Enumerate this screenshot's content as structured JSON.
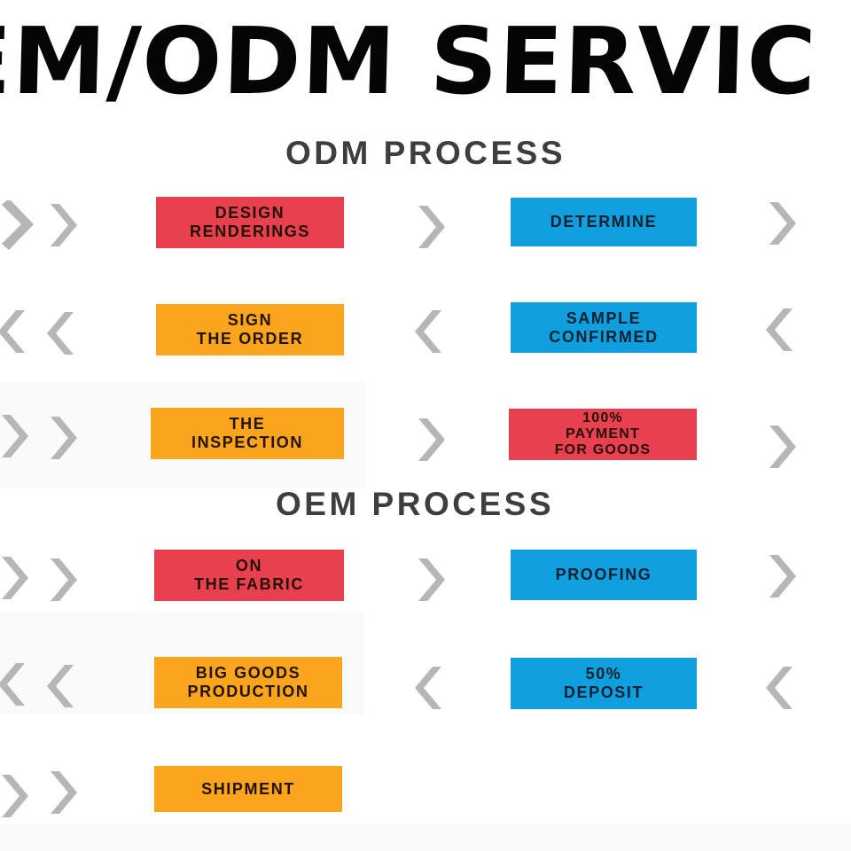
{
  "title": "EM/ODM SERVIC",
  "sections": [
    {
      "id": "odm",
      "heading": "ODM PROCESS"
    },
    {
      "id": "oem",
      "heading": "OEM PROCESS"
    }
  ],
  "colors": {
    "red": "#e8404e",
    "blue": "#0f9fdf",
    "orange": "#faa51b",
    "chevron": "#b6b6b6",
    "heading_text": "#3e3e3e",
    "title_text": "#050505",
    "background": "#ffffff",
    "panel_shade": "#fafafa"
  },
  "icons": {
    "chevron_right": "chevron-right-icon",
    "chevron_left": "chevron-left-icon"
  },
  "rows": [
    {
      "index": 0,
      "section": "odm",
      "direction": "right",
      "left_box": {
        "label": "DESIGN\nRENDERINGS",
        "color": "red"
      },
      "right_box": {
        "label": "DETERMINE",
        "color": "blue"
      }
    },
    {
      "index": 1,
      "section": "odm",
      "direction": "left",
      "left_box": {
        "label": "SIGN\nTHE ORDER",
        "color": "orange"
      },
      "right_box": {
        "label": "SAMPLE\nCONFIRMED",
        "color": "blue"
      }
    },
    {
      "index": 2,
      "section": "odm",
      "direction": "right",
      "left_box": {
        "label": "THE\nINSPECTION",
        "color": "orange"
      },
      "right_box": {
        "label": "100%\nPAYMENT\nFOR GOODS",
        "color": "red"
      }
    },
    {
      "index": 3,
      "section": "oem",
      "direction": "right",
      "left_box": {
        "label": "ON\nTHE FABRIC",
        "color": "red"
      },
      "right_box": {
        "label": "PROOFING",
        "color": "blue"
      }
    },
    {
      "index": 4,
      "section": "oem",
      "direction": "left",
      "left_box": {
        "label": "BIG GOODS\nPRODUCTION",
        "color": "orange"
      },
      "right_box": {
        "label": "50%\nDEPOSIT",
        "color": "blue"
      }
    },
    {
      "index": 5,
      "section": "oem",
      "direction": "right",
      "left_box": {
        "label": "SHIPMENT",
        "color": "orange"
      },
      "right_box": null
    }
  ]
}
